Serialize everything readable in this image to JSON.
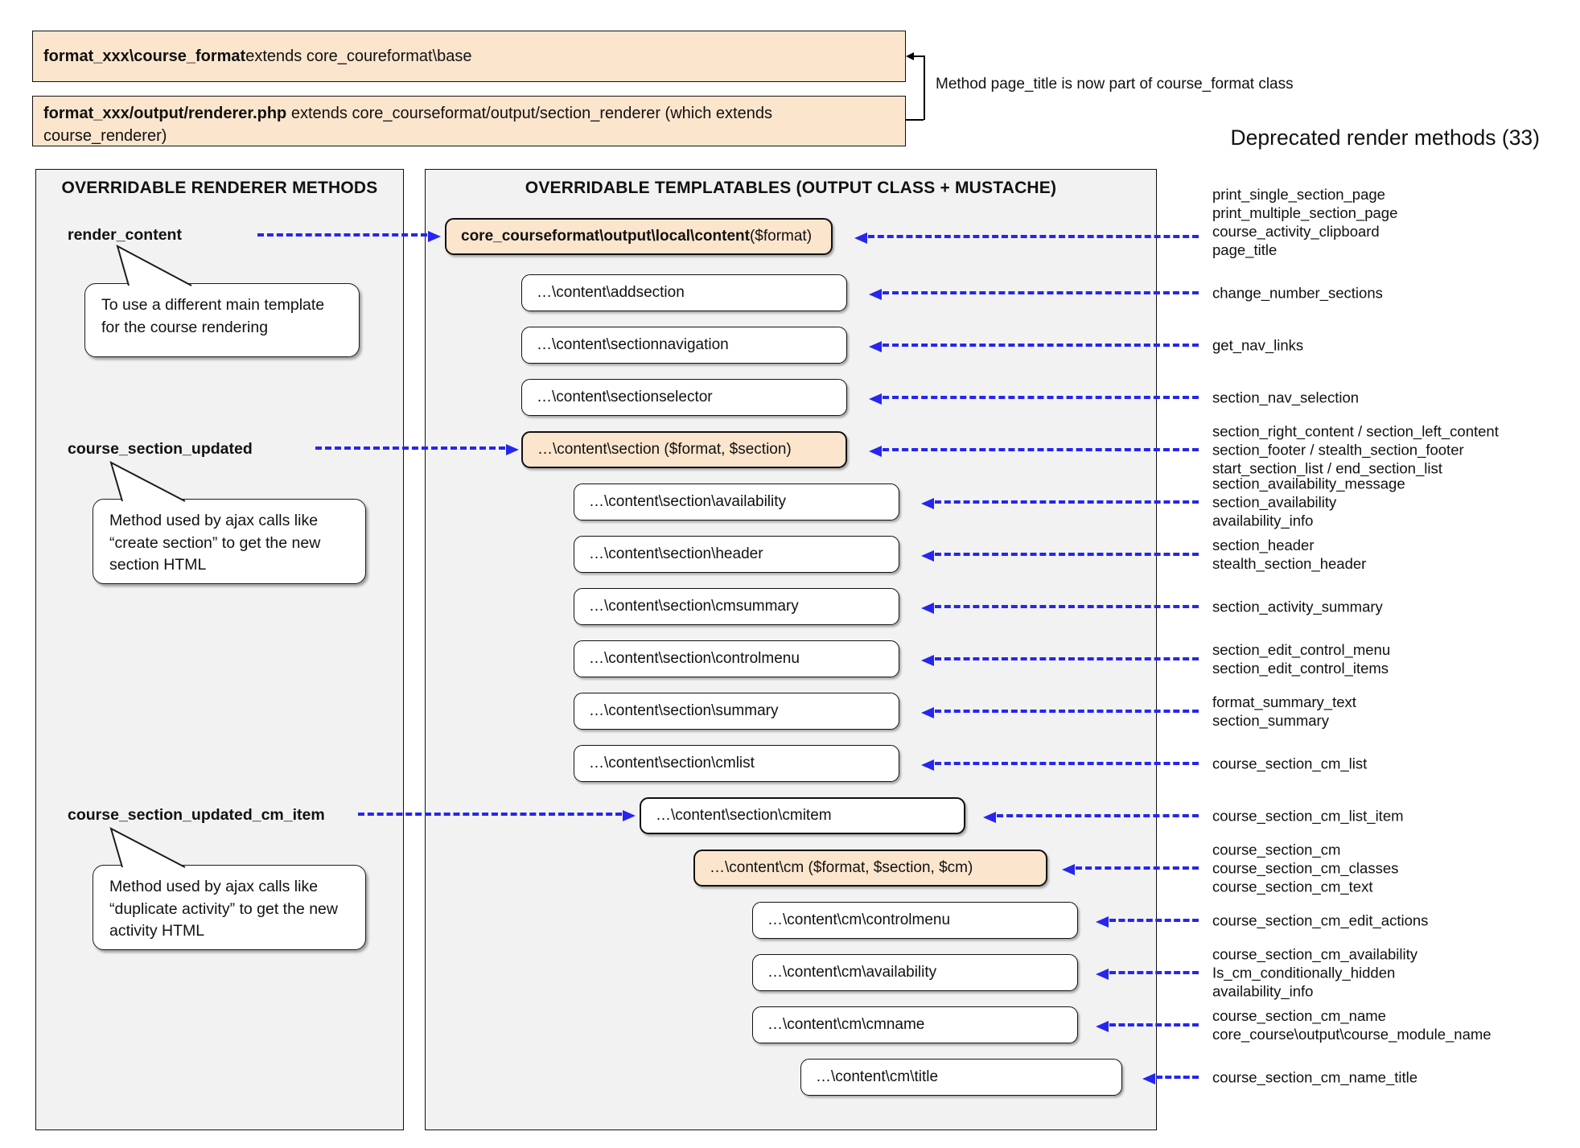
{
  "header": {
    "box1_bold": "format_xxx\\course_format",
    "box1_rest": " extends core_coureformat\\base",
    "box2_bold": "format_xxx/output/renderer.php",
    "box2_rest": " extends core_courseformat/output/section_renderer (which extends course_renderer)",
    "note": "Method page_title is now part of course_format class",
    "deprecated_title": "Deprecated render methods (33)"
  },
  "renderer_panel": {
    "title": "OVERRIDABLE RENDERER METHODS",
    "methods": [
      {
        "name": "render_content",
        "note": "To use a different main template for the course rendering"
      },
      {
        "name": "course_section_updated",
        "note": "Method used by ajax calls like “create section” to get the new section HTML"
      },
      {
        "name": "course_section_updated_cm_item",
        "note": "Method used by ajax calls like “duplicate activity” to get the new activity HTML"
      }
    ]
  },
  "templatables_panel": {
    "title": "OVERRIDABLE TEMPLATABLES (OUTPUT CLASS + MUSTACHE)",
    "boxes": [
      {
        "bold": "core_courseformat\\output\\local\\content",
        "rest": " ($format)"
      },
      {
        "label": "…\\content\\addsection"
      },
      {
        "label": "…\\content\\sectionnavigation"
      },
      {
        "label": "…\\content\\sectionselector"
      },
      {
        "label": "…\\content\\section ($format, $section)"
      },
      {
        "label": "…\\content\\section\\availability"
      },
      {
        "label": "…\\content\\section\\header"
      },
      {
        "label": "…\\content\\section\\cmsummary"
      },
      {
        "label": "…\\content\\section\\controlmenu"
      },
      {
        "label": "…\\content\\section\\summary"
      },
      {
        "label": "…\\content\\section\\cmlist"
      },
      {
        "label": "…\\content\\section\\cmitem"
      },
      {
        "label": "…\\content\\cm ($format, $section, $cm)"
      },
      {
        "label": "…\\content\\cm\\controlmenu"
      },
      {
        "label": "…\\content\\cm\\availability"
      },
      {
        "label": "…\\content\\cm\\cmname"
      },
      {
        "label": "…\\content\\cm\\title"
      }
    ]
  },
  "deprecated_methods": {
    "groups": [
      {
        "lines": [
          "print_single_section_page",
          "print_multiple_section_page",
          "course_activity_clipboard",
          "page_title"
        ]
      },
      {
        "lines": [
          "change_number_sections"
        ]
      },
      {
        "lines": [
          "get_nav_links"
        ]
      },
      {
        "lines": [
          "section_nav_selection"
        ]
      },
      {
        "lines": [
          "section_right_content / section_left_content",
          "section_footer / stealth_section_footer",
          "start_section_list / end_section_list"
        ]
      },
      {
        "lines": [
          "section_availability_message",
          "section_availability",
          "availability_info"
        ]
      },
      {
        "lines": [
          "section_header",
          "stealth_section_header"
        ]
      },
      {
        "lines": [
          "section_activity_summary"
        ]
      },
      {
        "lines": [
          "section_edit_control_menu",
          "section_edit_control_items"
        ]
      },
      {
        "lines": [
          "format_summary_text",
          "section_summary"
        ]
      },
      {
        "lines": [
          "course_section_cm_list"
        ]
      },
      {
        "lines": [
          "course_section_cm_list_item"
        ]
      },
      {
        "lines": [
          "course_section_cm",
          "course_section_cm_classes",
          "course_section_cm_text"
        ]
      },
      {
        "lines": [
          "course_section_cm_edit_actions"
        ]
      },
      {
        "lines": [
          "course_section_cm_availability",
          "Is_cm_conditionally_hidden",
          "availability_info"
        ]
      },
      {
        "lines": [
          "course_section_cm_name",
          "core_course\\output\\course_module_name"
        ]
      },
      {
        "lines": [
          "course_section_cm_name_title"
        ]
      }
    ]
  },
  "colors": {
    "highlight": "#fce5cd",
    "arrow_blue": "#2626ef",
    "panel_bg": "#f2f2f2"
  }
}
